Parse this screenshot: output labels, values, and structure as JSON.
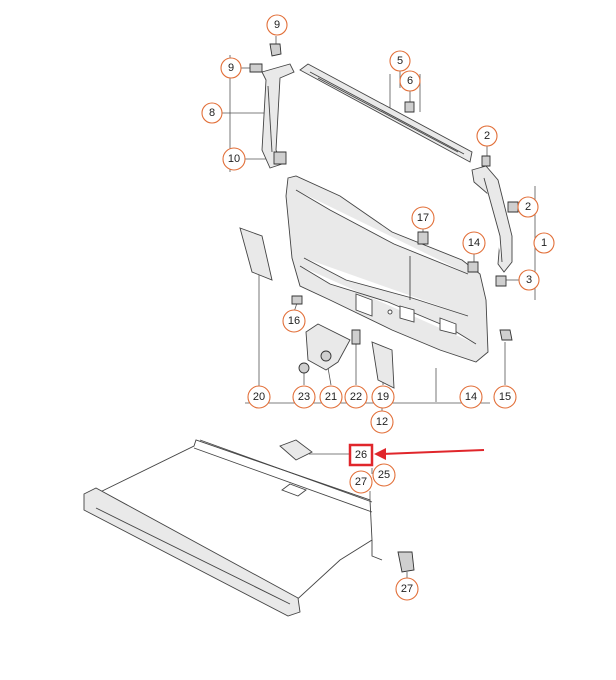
{
  "diagram": {
    "callouts": {
      "c9a": "9",
      "c9b": "9",
      "c8": "8",
      "c10": "10",
      "c5": "5",
      "c6": "6",
      "c2a": "2",
      "c2b": "2",
      "c1": "1",
      "c3": "3",
      "c17": "17",
      "c14a": "14",
      "c16": "16",
      "c20": "20",
      "c23": "23",
      "c21": "21",
      "c22": "22",
      "c19": "19",
      "c14b": "14",
      "c15": "15",
      "c12": "12",
      "c26": "26",
      "c25": "25",
      "c27a": "27",
      "c27b": "27"
    },
    "highlight_color": "#e0262b",
    "callout_color": "#e2703a"
  }
}
